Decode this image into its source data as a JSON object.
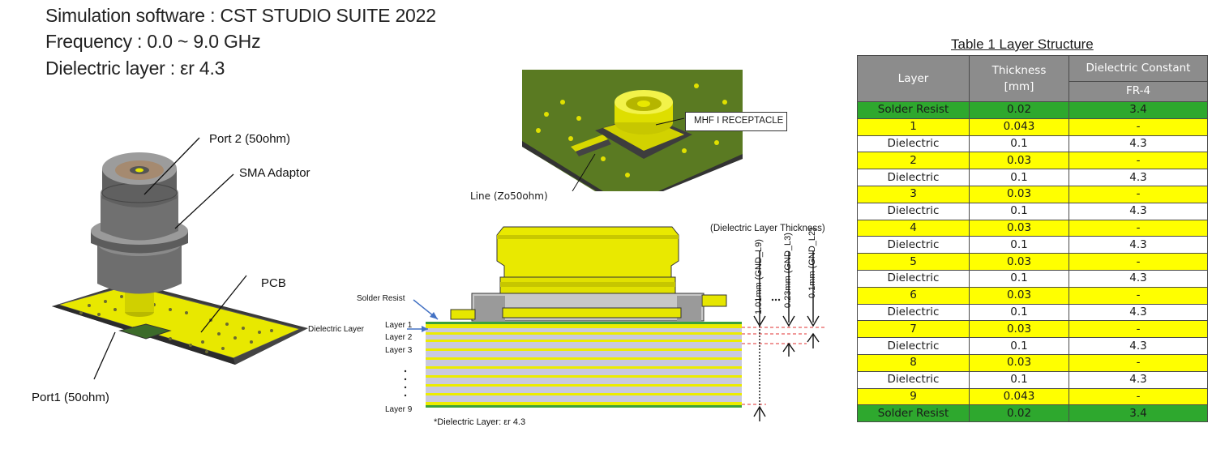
{
  "header": {
    "line1": "Simulation software : CST STUDIO SUITE 2022",
    "line2": "Frequency : 0.0 ~ 9.0 GHz",
    "line3": "Dielectric layer : εr 4.3"
  },
  "left_diagram": {
    "port2": "Port 2 (50ohm)",
    "sma": "SMA Adaptor",
    "pcb": "PCB",
    "port1": "Port1 (50ohm)"
  },
  "top_render": {
    "receptacle": "MHF I RECEPTACLE",
    "line": "Line (Zo50ohm)"
  },
  "cross_section": {
    "title": "(Dielectric Layer Thickness)",
    "solder_resist": "Solder Resist",
    "dielectric_layer": "Dielectric   Layer",
    "layer1": "Layer 1",
    "layer2": "Layer 2",
    "layer3": "Layer 3",
    "layer9": "Layer 9",
    "dim_total": "1.01mm (GND_L9)",
    "dim_mid": "0.23mm (GND_L3)",
    "dim_small": "0.1mm (GND_L2)",
    "footnote": "*Dielectric Layer: εr 4.3"
  },
  "table": {
    "title": "Table 1  Layer Structure",
    "headers": {
      "layer": "Layer",
      "thickness": "Thickness",
      "thickness_unit": "[mm]",
      "dielectric_constant": "Dielectric Constant",
      "material": "FR-4"
    },
    "rows": [
      {
        "layer": "Solder Resist",
        "thickness": "0.02",
        "dk": "3.4",
        "kind": "sr"
      },
      {
        "layer": "1",
        "thickness": "0.043",
        "dk": "-",
        "kind": "cu"
      },
      {
        "layer": "Dielectric",
        "thickness": "0.1",
        "dk": "4.3",
        "kind": "di"
      },
      {
        "layer": "2",
        "thickness": "0.03",
        "dk": "-",
        "kind": "cu"
      },
      {
        "layer": "Dielectric",
        "thickness": "0.1",
        "dk": "4.3",
        "kind": "di"
      },
      {
        "layer": "3",
        "thickness": "0.03",
        "dk": "-",
        "kind": "cu"
      },
      {
        "layer": "Dielectric",
        "thickness": "0.1",
        "dk": "4.3",
        "kind": "di"
      },
      {
        "layer": "4",
        "thickness": "0.03",
        "dk": "-",
        "kind": "cu"
      },
      {
        "layer": "Dielectric",
        "thickness": "0.1",
        "dk": "4.3",
        "kind": "di"
      },
      {
        "layer": "5",
        "thickness": "0.03",
        "dk": "-",
        "kind": "cu"
      },
      {
        "layer": "Dielectric",
        "thickness": "0.1",
        "dk": "4.3",
        "kind": "di"
      },
      {
        "layer": "6",
        "thickness": "0.03",
        "dk": "-",
        "kind": "cu"
      },
      {
        "layer": "Dielectric",
        "thickness": "0.1",
        "dk": "4.3",
        "kind": "di"
      },
      {
        "layer": "7",
        "thickness": "0.03",
        "dk": "-",
        "kind": "cu"
      },
      {
        "layer": "Dielectric",
        "thickness": "0.1",
        "dk": "4.3",
        "kind": "di"
      },
      {
        "layer": "8",
        "thickness": "0.03",
        "dk": "-",
        "kind": "cu"
      },
      {
        "layer": "Dielectric",
        "thickness": "0.1",
        "dk": "4.3",
        "kind": "di"
      },
      {
        "layer": "9",
        "thickness": "0.043",
        "dk": "-",
        "kind": "cu"
      },
      {
        "layer": "Solder Resist",
        "thickness": "0.02",
        "dk": "3.4",
        "kind": "sr"
      }
    ]
  },
  "colors": {
    "solder_resist": "#2ea82e",
    "copper_layer": "#ffff00",
    "dielectric": "#ffffff",
    "header": "#8c8c8c",
    "pcb_green": "#4f7a1e",
    "metal_yellow": "#e6e600"
  }
}
